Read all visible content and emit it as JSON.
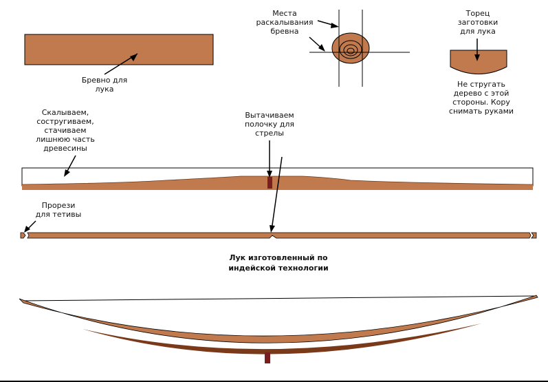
{
  "labels": {
    "log": "Бревно для\nлука",
    "split_places": "Места\nраскалывания\nбревна",
    "blank_end": "Торец\nзаготовки\nдля лука",
    "no_plane": "Не стругать\nдерево с этой\nстороны. Кору\nснимать руками",
    "chop": "Скалываем,\nсостругиваем,\nстачиваем\nлишнюю часть\nдревесины",
    "shelf": "Вытачиваем\nполочку для\nстрелы",
    "notches": "Прорези\nдля тетивы",
    "title": "Лук изготовленный по\nиндейской технологии"
  },
  "colors": {
    "wood": "#c17a4e",
    "wood_dark": "#a8623a",
    "grip": "#7a1f1f",
    "line": "#000000"
  }
}
